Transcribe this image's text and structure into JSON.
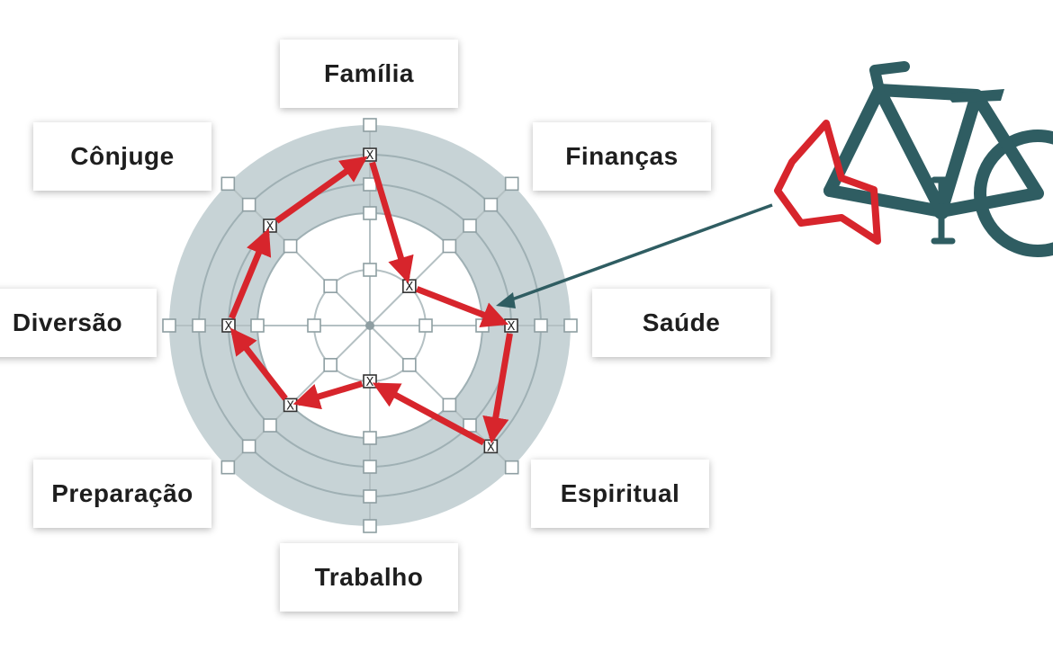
{
  "axes": [
    {
      "key": "familia",
      "label": "Família",
      "value": 4
    },
    {
      "key": "financas",
      "label": "Finanças",
      "value": 1
    },
    {
      "key": "saude",
      "label": "Saúde",
      "value": 3
    },
    {
      "key": "espiritual",
      "label": "Espiritual",
      "value": 4
    },
    {
      "key": "trabalho",
      "label": "Trabalho",
      "value": 1
    },
    {
      "key": "preparacao",
      "label": "Preparação",
      "value": 2
    },
    {
      "key": "diversao",
      "label": "Diversão",
      "value": 3
    },
    {
      "key": "conjuge",
      "label": "Cônjuge",
      "value": 3
    }
  ],
  "scale_levels": 5,
  "selected_marker_glyph": "X",
  "colors": {
    "ring_band": "#c7d3d6",
    "ring_line": "#9fb0b4",
    "spoke": "#b4c0c3",
    "marker_stroke": "#8e9ea2",
    "path": "#d7252c",
    "bike": "#2f5d62",
    "bike_wheel_shape": "#d7252c",
    "pointer": "#2f5d62"
  },
  "icons": {
    "bicycle": "bicycle-icon",
    "irregular_wheel": "irregular-wheel-icon"
  }
}
